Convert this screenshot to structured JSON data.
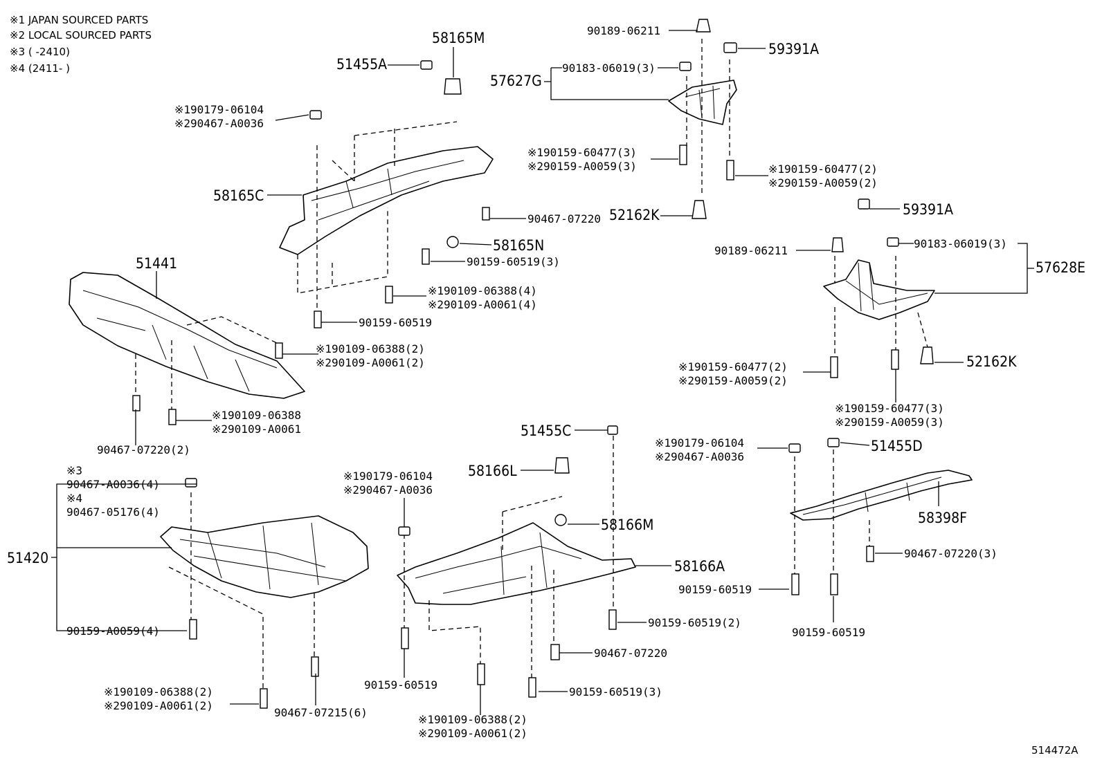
{
  "notes": [
    "※1 JAPAN SOURCED PARTS",
    "※2 LOCAL SOURCED PARTS",
    "※3 (        -2410)",
    "※4 (2411-        )"
  ],
  "diagram_id": "514472A",
  "parts": {
    "p58165M": "58165M",
    "p51455A": "51455A",
    "p58165C": "58165C",
    "p51441": "51441",
    "p57627G": "57627G",
    "p59391A_top": "59391A",
    "p52162K_top": "52162K",
    "p59391A_mid": "59391A",
    "p57628E": "57628E",
    "p52162K_mid": "52162K",
    "p58165N": "58165N",
    "p51455C": "51455C",
    "p58166L": "58166L",
    "p58166M": "58166M",
    "p58166A": "58166A",
    "p51455D": "51455D",
    "p58398F": "58398F",
    "p51420": "51420"
  },
  "fasteners": {
    "a1": "※190179-06104",
    "a2": "※290467-A0036",
    "b1": "90467-07220",
    "c1": "90159-60519(3)",
    "d1": "※190109-06388(4)",
    "d2": "※290109-A0061(4)",
    "e1": "90159-60519",
    "f1": "※190109-06388(2)",
    "f2": "※290109-A0061(2)",
    "g1": "※190109-06388",
    "g2": "※290109-A0061",
    "h1": "90467-07220(2)",
    "i1": "90189-06211",
    "j1": "90183-06019(3)",
    "k1": "※190159-60477(3)",
    "k2": "※290159-A0059(3)",
    "l1": "※190159-60477(2)",
    "l2": "※290159-A0059(2)",
    "m1": "90189-06211",
    "n1": "90183-06019(3)",
    "o1": "※190159-60477(2)",
    "o2": "※290159-A0059(2)",
    "p1": "※190159-60477(3)",
    "p2": "※290159-A0059(3)",
    "q1": "※3",
    "q2": "90467-A0036(4)",
    "q3": "※4",
    "q4": "90467-05176(4)",
    "r1": "90159-A0059(4)",
    "s1": "※190109-06388(2)",
    "s2": "※290109-A0061(2)",
    "t1": "90467-07215(6)",
    "u1": "※190179-06104",
    "u2": "※290467-A0036",
    "v1": "90159-60519",
    "w1": "※190109-06388(2)",
    "w2": "※290109-A0061(2)",
    "x1": "90467-07220",
    "y1": "90159-60519(3)",
    "z1": "90159-60519(2)",
    "aa1": "※190179-06104",
    "aa2": "※290467-A0036",
    "ab1": "90467-07220(3)",
    "ac1": "90159-60519",
    "ad1": "90159-60519"
  }
}
